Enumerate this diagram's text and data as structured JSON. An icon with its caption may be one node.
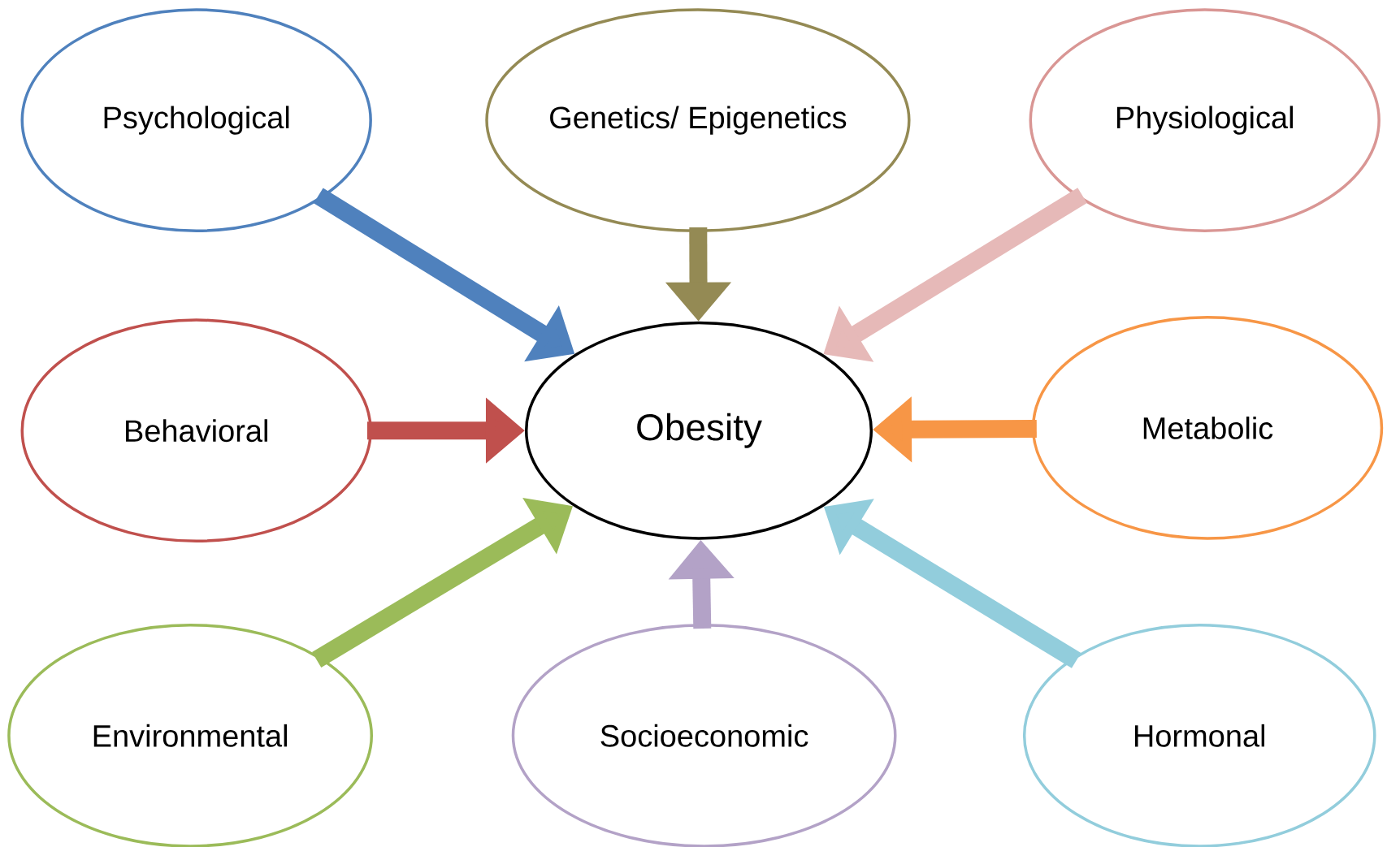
{
  "diagram": {
    "nodes": [
      {
        "text": [
          "Psychological"
        ]
      },
      {
        "text": [
          "Genetics/ Epigenetics"
        ]
      },
      {
        "text": [
          "Physiological"
        ]
      },
      {
        "text": [
          "Behavioral"
        ]
      },
      {
        "text": [
          "Obesity"
        ]
      },
      {
        "text": [
          "Metabolic"
        ]
      },
      {
        "text": [
          "Environmental"
        ]
      },
      {
        "text": [
          "Socioeconomic"
        ]
      },
      {
        "text": [
          "Hormonal"
        ]
      }
    ],
    "edges": [
      {
        "from": 0,
        "to": 4,
        "arrow": "to",
        "color": "#4f81bd"
      },
      {
        "from": 1,
        "to": 4,
        "arrow": "to",
        "color": "#948a54"
      },
      {
        "from": 2,
        "to": 4,
        "arrow": "to",
        "color": "#e6b9b8"
      },
      {
        "from": 3,
        "to": 4,
        "arrow": "to",
        "color": "#c0504d"
      },
      {
        "from": 5,
        "to": 4,
        "arrow": "to",
        "color": "#f79646"
      },
      {
        "from": 6,
        "to": 4,
        "arrow": "to",
        "color": "#9bbb59"
      },
      {
        "from": 7,
        "to": 4,
        "arrow": "to",
        "color": "#b3a2c7"
      },
      {
        "from": 8,
        "to": 4,
        "arrow": "to",
        "color": "#92cddc"
      }
    ]
  }
}
